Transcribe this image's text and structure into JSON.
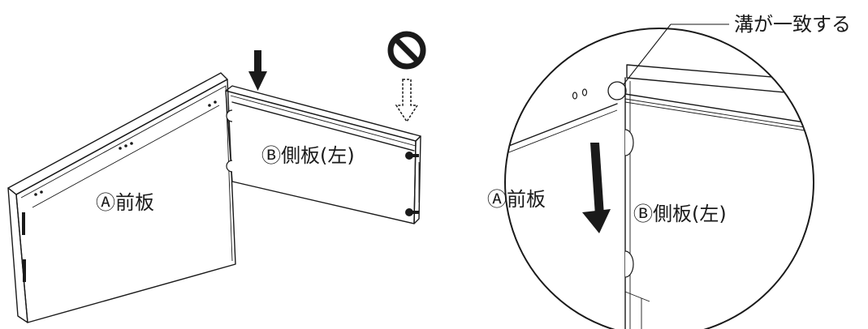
{
  "labels": {
    "panel_a_left": "Ⓐ前板",
    "panel_b_left": "Ⓑ側板(左)",
    "panel_a_right": "Ⓐ前板",
    "panel_b_right": "Ⓑ側板(左)",
    "callout": "溝が一致する"
  },
  "icons": {
    "prohibited": "prohibited-icon",
    "arrow_solid": "arrow-down-solid-icon",
    "arrow_dashed": "arrow-down-dashed-icon"
  },
  "colors": {
    "ink": "#1a1a1a",
    "panel_fill": "#ffffff"
  }
}
